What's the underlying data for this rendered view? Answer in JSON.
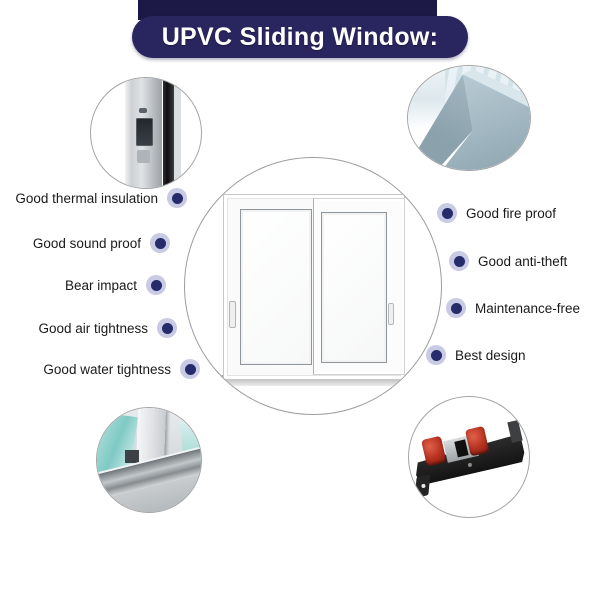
{
  "banner": {
    "title": "UPVC Sliding Window:",
    "bg_color": "#29255e",
    "back_layer_color": "#1c1946",
    "text_color": "#ffffff"
  },
  "bullet": {
    "inner_color": "#252b6b",
    "ring_color": "#c9cae3"
  },
  "features": {
    "left": [
      {
        "label": "Good thermal insulation"
      },
      {
        "label": "Good sound proof"
      },
      {
        "label": "Bear impact"
      },
      {
        "label": "Good air tightness"
      },
      {
        "label": "Good water tightness"
      }
    ],
    "right": [
      {
        "label": "Good fire proof"
      },
      {
        "label": "Good anti-theft"
      },
      {
        "label": "Maintenance-free"
      },
      {
        "label": "Best design"
      }
    ]
  },
  "center_image": {
    "name": "white-upvc-two-sash-sliding-window"
  },
  "corner_images": {
    "top_left": "frame-profile-with-lock-keeper",
    "top_right": "welded-corner-joint-profile",
    "bottom_left": "sliding-track-cross-section",
    "bottom_right": "black-roller-assembly-red-wheels"
  }
}
